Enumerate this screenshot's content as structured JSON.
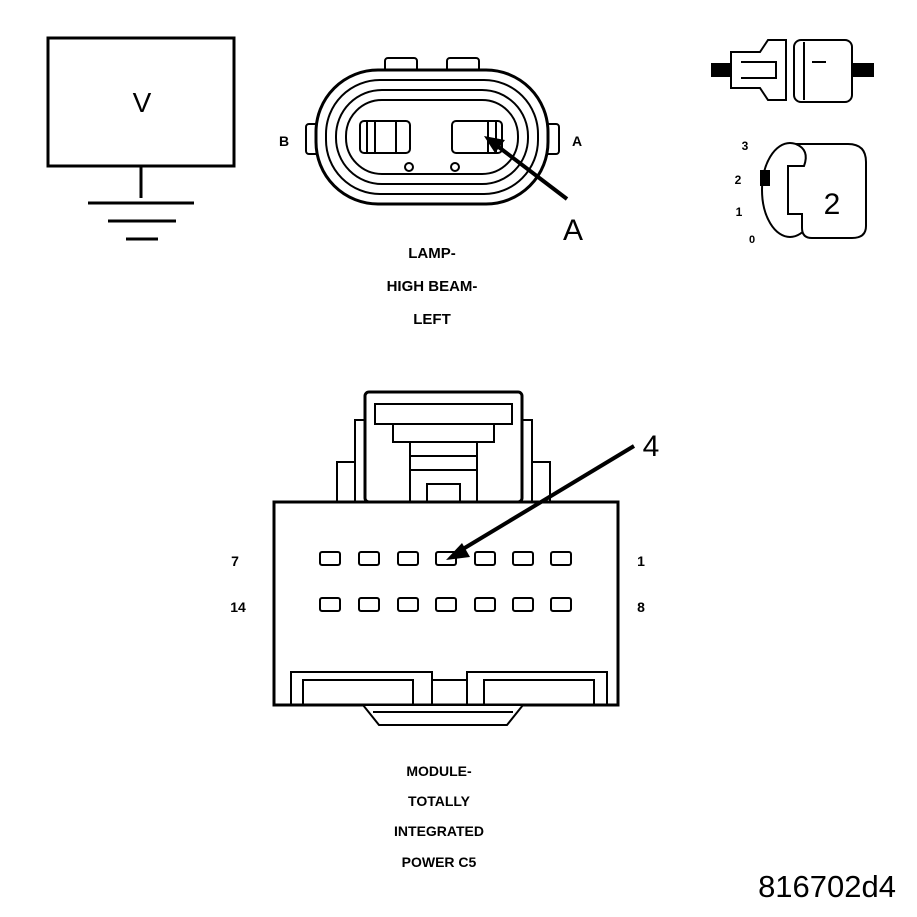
{
  "voltmeter": {
    "symbol": "V"
  },
  "lamp_connector": {
    "pin_left": "B",
    "pin_right": "A",
    "callout": "A",
    "caption": [
      "LAMP-",
      "HIGH BEAM-",
      "LEFT"
    ]
  },
  "probe_tool": {
    "dial_marks": [
      "3",
      "2",
      "1",
      "0"
    ],
    "setting": "2"
  },
  "module_connector": {
    "row1_left": "7",
    "row1_right": "1",
    "row2_left": "14",
    "row2_right": "8",
    "callout": "4",
    "caption": [
      "MODULE-",
      "TOTALLY",
      "INTEGRATED",
      "POWER C5"
    ]
  },
  "figure_id": "816702d4"
}
